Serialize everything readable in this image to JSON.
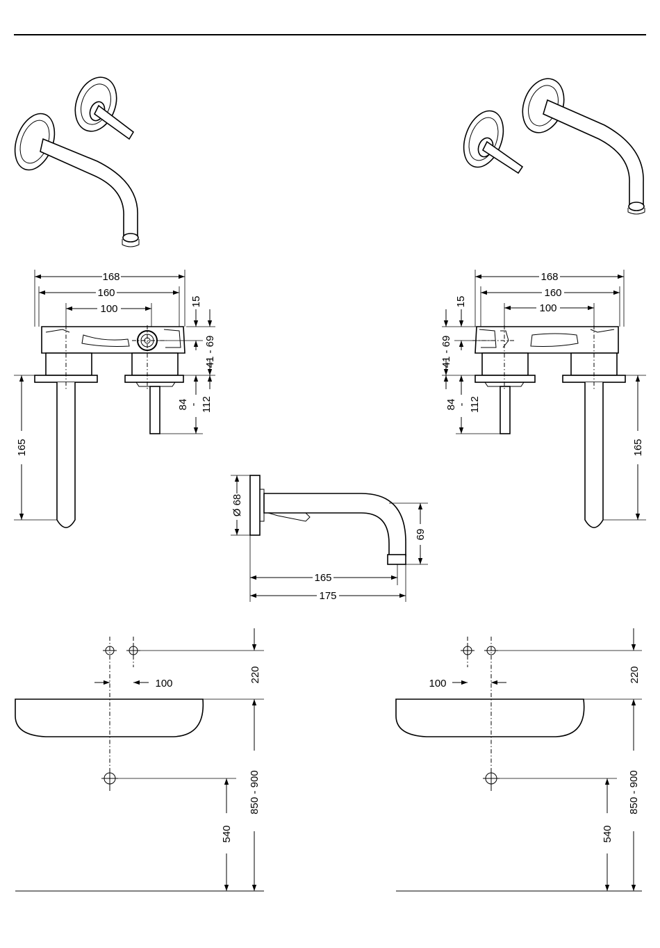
{
  "drawing": {
    "dims": {
      "width_overall": "168",
      "width_flange": "160",
      "centers": "100",
      "top_offset": "15",
      "depth_range": "41 - 69",
      "stem_84": "84",
      "stem_112": "112",
      "stem_dash": "-",
      "spout_projection_vertical": "165",
      "flange_diameter": "Ø 68",
      "spout_drop": "69",
      "spout_reach": "165",
      "spout_overall": "175",
      "install_offset_top": "220",
      "install_centers": "100",
      "install_height": "850 - 900",
      "install_lower": "540"
    }
  }
}
